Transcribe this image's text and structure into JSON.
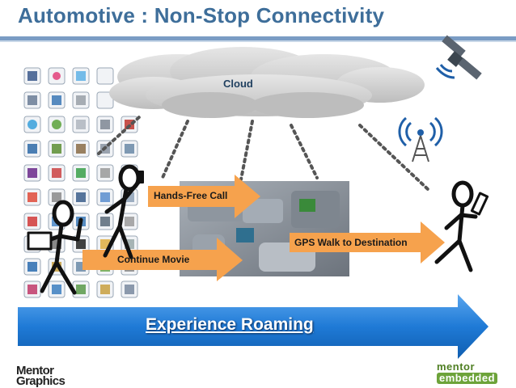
{
  "title": "Automotive : Non-Stop Connectivity",
  "cloud_label": "Cloud",
  "arrows": {
    "call": "Hands-Free Call",
    "movie": "Continue Movie",
    "gps": "GPS Walk to Destination"
  },
  "banner": "Experience Roaming",
  "logos": {
    "left_top": "Mentor",
    "left_bottom": "Graphics",
    "right_top": "mentor",
    "right_bottom": "embedded"
  },
  "colors": {
    "title": "#3e6e9a",
    "banner_blue": "#1f7ad6",
    "arrow_orange": "#f6a24d",
    "cloud": "#d5d5d5"
  }
}
